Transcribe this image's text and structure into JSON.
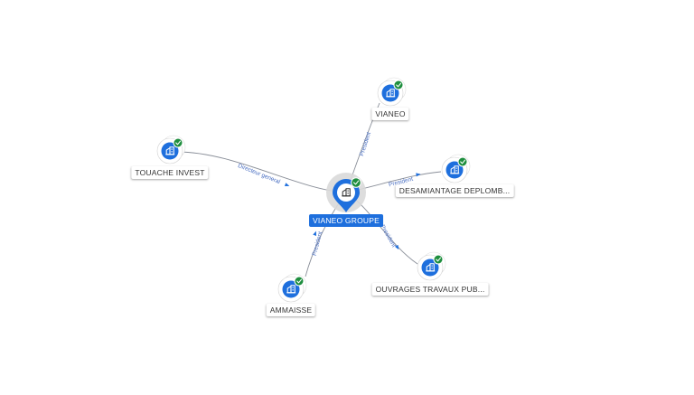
{
  "center": {
    "name": "VIANEO GROUPE",
    "icon": "building-icon",
    "badge": "check-icon"
  },
  "nodes": [
    {
      "id": "vianeo",
      "name": "VIANEO",
      "icon": "building-icon",
      "badge": "check-icon"
    },
    {
      "id": "touache",
      "name": "TOUACHE INVEST",
      "icon": "building-icon",
      "badge": "check-icon"
    },
    {
      "id": "desamiantage",
      "name": "DESAMIANTAGE DEPLOMB...",
      "icon": "building-icon",
      "badge": "check-icon"
    },
    {
      "id": "ouvrages",
      "name": "OUVRAGES TRAVAUX PUB...",
      "icon": "building-icon",
      "badge": "check-icon"
    },
    {
      "id": "ammaisse",
      "name": "AMMAISSE",
      "icon": "building-icon",
      "badge": "check-icon"
    }
  ],
  "edges": [
    {
      "to": "vianeo",
      "label": "President"
    },
    {
      "to": "touache",
      "label": "Directeur general"
    },
    {
      "to": "desamiantage",
      "label": "President"
    },
    {
      "to": "ouvrages",
      "label": "President"
    },
    {
      "to": "ammaisse",
      "label": "President"
    }
  ],
  "colors": {
    "accent": "#1e6fdd",
    "check": "#1e8e3e",
    "edge": "#8a8f99",
    "edge_label": "#4a6fc2"
  }
}
